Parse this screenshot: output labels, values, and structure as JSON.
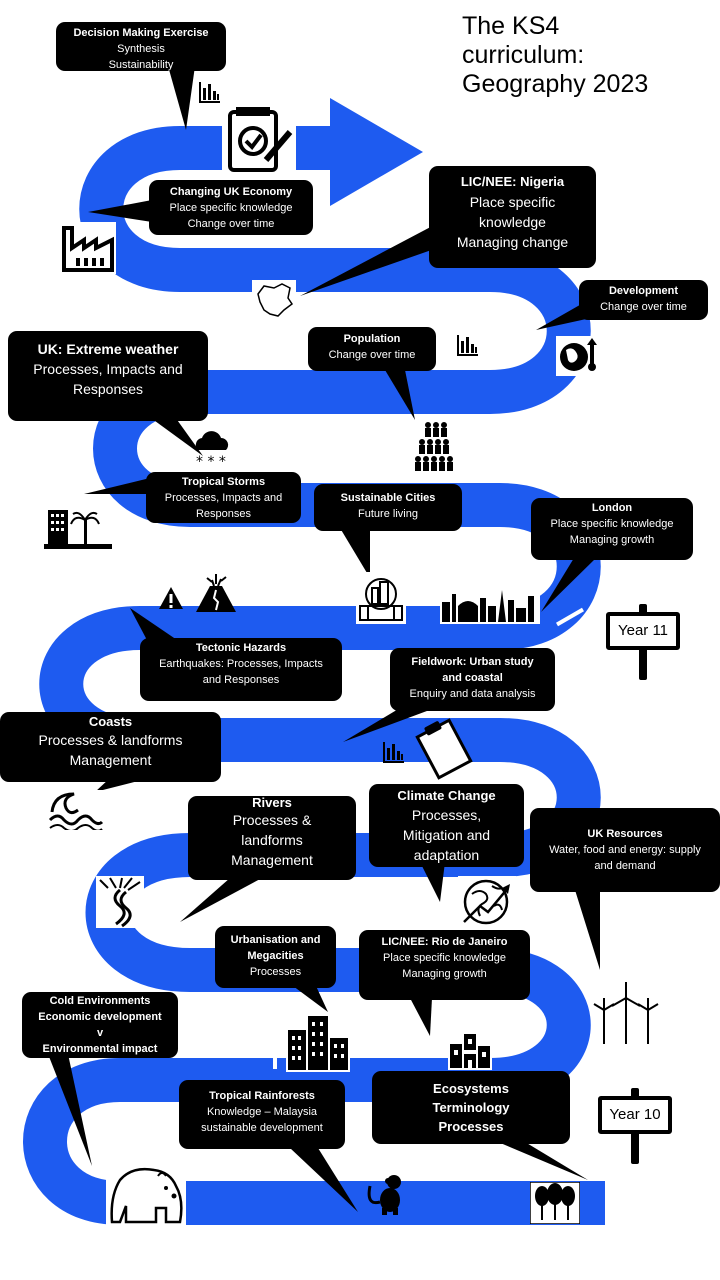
{
  "title": {
    "lines": [
      "The KS4",
      "curriculum:",
      "Geography 2023"
    ]
  },
  "signs": {
    "year11": "Year 11",
    "year10": "Year 10"
  },
  "colors": {
    "road": "#1e5bf0",
    "bubble": "#000000",
    "bubble_text": "#ffffff"
  },
  "bubbles": {
    "decision": {
      "h": "Decision Making Exercise",
      "l1": "Synthesis",
      "l2": "Sustainability"
    },
    "ukeconomy": {
      "h": "Changing UK Economy",
      "l1": "Place specific knowledge",
      "l2": "Change over time"
    },
    "nigeria": {
      "h": "LIC/NEE: Nigeria",
      "l1": "Place specific",
      "l2": "knowledge",
      "l3": "Managing change"
    },
    "development": {
      "h": "Development",
      "l1": "Change over time"
    },
    "population": {
      "h": "Population",
      "l1": "Change over time"
    },
    "weather": {
      "h": "UK: Extreme weather",
      "l1": "Processes, Impacts and",
      "l2": "Responses"
    },
    "storms": {
      "h": "Tropical Storms",
      "l1": "Processes, Impacts and",
      "l2": "Responses"
    },
    "cities": {
      "h": "Sustainable Cities",
      "l1": "Future living"
    },
    "london": {
      "h": "London",
      "l1": "Place specific knowledge",
      "l2": "Managing growth"
    },
    "tectonic": {
      "h": "Tectonic Hazards",
      "l1": "Earthquakes: Processes, Impacts",
      "l2": "and Responses"
    },
    "fieldwork": {
      "h": "Fieldwork: Urban study",
      "h2": "and coastal",
      "l1": "Enquiry and data analysis"
    },
    "coasts": {
      "h": "Coasts",
      "l1": "Processes & landforms",
      "l2": "Management"
    },
    "rivers": {
      "h": "Rivers",
      "l1": "Processes &",
      "l2": "landforms",
      "l3": "Management"
    },
    "climate": {
      "h": "Climate Change",
      "l1": "Processes,",
      "l2": "Mitigation and",
      "l3": "adaptation"
    },
    "resources": {
      "h": "UK Resources",
      "l1": "Water, food and energy:  supply",
      "l2": "and demand"
    },
    "urbanisation": {
      "h": "Urbanisation and",
      "h2": "Megacities",
      "l1": "Processes"
    },
    "rio": {
      "h": "LIC/NEE: Rio de Janeiro",
      "l1": "Place specific knowledge",
      "l2": "Managing growth"
    },
    "cold": {
      "h": "Cold Environments",
      "h2": "Economic development",
      "h3": "v",
      "h4": "Environmental impact"
    },
    "rainforest": {
      "h": "Tropical Rainforests",
      "l1": "Knowledge – Malaysia",
      "l2": "sustainable development"
    },
    "ecosystems": {
      "h": "Ecosystems",
      "h2": "Terminology",
      "h3": "Processes"
    }
  },
  "icons": [
    "clipboard-check-icon",
    "bar-chart-icon",
    "factory-icon",
    "nigeria-map-icon",
    "globe-thermometer-icon",
    "population-icon",
    "snow-cloud-icon",
    "tropical-building-icon",
    "warning-icon",
    "volcano-icon",
    "city-skyline-icon",
    "london-skyline-icon",
    "clipboard-icon",
    "wave-icon",
    "river-icon",
    "climate-globe-icon",
    "wind-turbine-icon",
    "skyscrapers-icon",
    "houses-icon",
    "polar-bear-icon",
    "monkey-icon",
    "trees-icon"
  ]
}
